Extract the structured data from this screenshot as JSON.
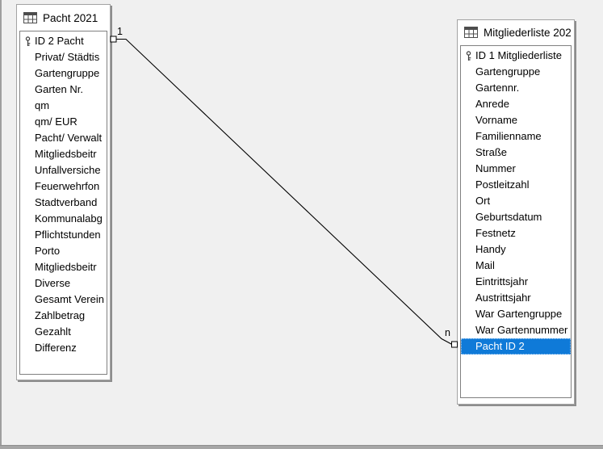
{
  "window": {
    "background": "#f0f0f0",
    "edge_color": "#a6a6a6"
  },
  "colors": {
    "selection_bg": "#0f7ad8",
    "selection_text": "#ffffff",
    "relation_line": "#000000",
    "table_bg": "#ffffff"
  },
  "relation": {
    "type": "one-to-many",
    "cardinality_one": "1",
    "cardinality_many": "n",
    "from_table": "Pacht 2021",
    "from_field": "ID 2 Pacht",
    "to_table": "Mitgliederliste 202",
    "to_field": "Pacht ID 2"
  },
  "tables": [
    {
      "title": "Pacht 2021",
      "icon": "table-grid-icon",
      "fields": [
        {
          "name": "ID 2 Pacht",
          "primary_key": true
        },
        {
          "name": "Privat/ Städtis"
        },
        {
          "name": "Gartengruppe"
        },
        {
          "name": "Garten Nr."
        },
        {
          "name": "qm"
        },
        {
          "name": "qm/ EUR"
        },
        {
          "name": "Pacht/ Verwalt"
        },
        {
          "name": "Mitgliedsbeitr"
        },
        {
          "name": "Unfallversiche"
        },
        {
          "name": "Feuerwehrfon"
        },
        {
          "name": "Stadtverband"
        },
        {
          "name": "Kommunalabg"
        },
        {
          "name": "Pflichtstunden"
        },
        {
          "name": "Porto"
        },
        {
          "name": "Mitgliedsbeitr"
        },
        {
          "name": "Diverse"
        },
        {
          "name": "Gesamt Verein"
        },
        {
          "name": "Zahlbetrag"
        },
        {
          "name": "Gezahlt"
        },
        {
          "name": "Differenz"
        }
      ]
    },
    {
      "title": "Mitgliederliste 202",
      "icon": "table-grid-icon",
      "fields": [
        {
          "name": "ID 1 Mitgliederliste",
          "primary_key": true
        },
        {
          "name": "Gartengruppe"
        },
        {
          "name": "Gartennr."
        },
        {
          "name": "Anrede"
        },
        {
          "name": "Vorname"
        },
        {
          "name": "Familienname"
        },
        {
          "name": "Straße"
        },
        {
          "name": "Nummer"
        },
        {
          "name": "Postleitzahl"
        },
        {
          "name": "Ort"
        },
        {
          "name": "Geburtsdatum"
        },
        {
          "name": "Festnetz"
        },
        {
          "name": "Handy"
        },
        {
          "name": "Mail"
        },
        {
          "name": "Eintrittsjahr"
        },
        {
          "name": "Austrittsjahr"
        },
        {
          "name": "War Gartengruppe"
        },
        {
          "name": "War Gartennummer"
        },
        {
          "name": "Pacht ID 2",
          "selected": true
        }
      ]
    }
  ]
}
